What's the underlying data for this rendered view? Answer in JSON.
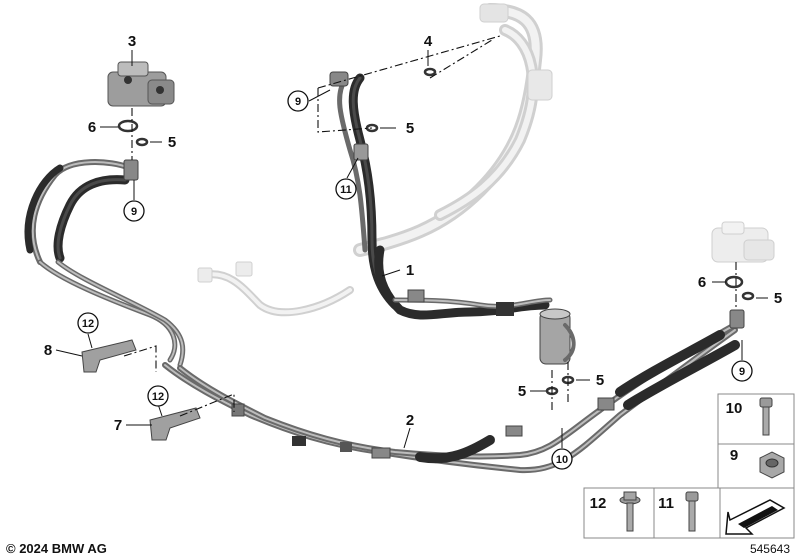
{
  "callouts": {
    "c1": "1",
    "c2": "2",
    "c3": "3",
    "c4": "4",
    "c5a": "5",
    "c5b": "5",
    "c5c": "5",
    "c5d": "5",
    "c5e": "5",
    "c6a": "6",
    "c6b": "6",
    "c7": "7",
    "c8": "8",
    "c9a": "9",
    "c9b": "9",
    "c9c": "9",
    "c10": "10",
    "c11": "11",
    "c12a": "12",
    "c12b": "12"
  },
  "legend": {
    "p10": "10",
    "p9": "9",
    "p12": "12",
    "p11": "11"
  },
  "footer": {
    "copyright": "© 2024 BMW AG",
    "diagram_id": "545643"
  },
  "colors": {
    "hose": "#2b2b2b",
    "pipe": "#6a6a6a",
    "ghost": "#d0d0d0",
    "hardware": "#9a9a9a"
  }
}
